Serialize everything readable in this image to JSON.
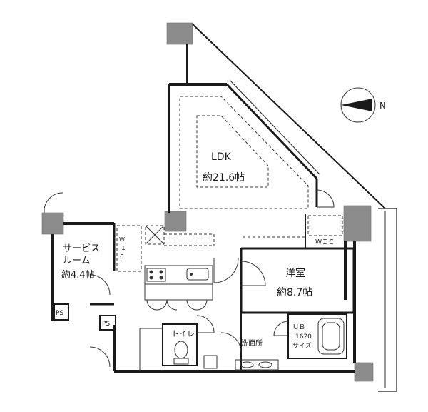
{
  "rooms": {
    "ldk": {
      "name": "LDK",
      "size": "約21.6帖"
    },
    "service_room": {
      "name_line1": "サービス",
      "name_line2": "ルーム",
      "size": "約4.4帖"
    },
    "western_room": {
      "name": "洋室",
      "size": "約8.7帖"
    },
    "toilet": {
      "name": "トイレ"
    },
    "washroom": {
      "name": "洗面所"
    },
    "unit_bath": {
      "code": "ＵＢ",
      "size": "1620",
      "suffix": "サイズ"
    }
  },
  "closets": {
    "wic_right": "ＷＩＣ",
    "wic_left_1": "Ｗ",
    "wic_left_2": "Ｉ",
    "wic_left_3": "Ｃ",
    "ps_left": "PS",
    "ps_center": "PS"
  },
  "compass": {
    "label": "N"
  },
  "colors": {
    "wall": "#8c8c8c",
    "line": "#1a1a1a",
    "background": "#ffffff"
  }
}
